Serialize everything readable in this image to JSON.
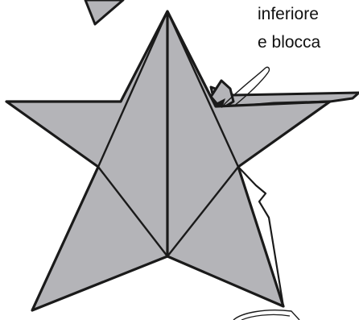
{
  "caption": {
    "line1": "inferiore",
    "line2": "e blocca"
  },
  "colors": {
    "fill": "#b4b4b8",
    "stroke": "#1a1a1a",
    "background": "#ffffff"
  },
  "figure": {
    "subject": "origami-star-folding-step"
  }
}
